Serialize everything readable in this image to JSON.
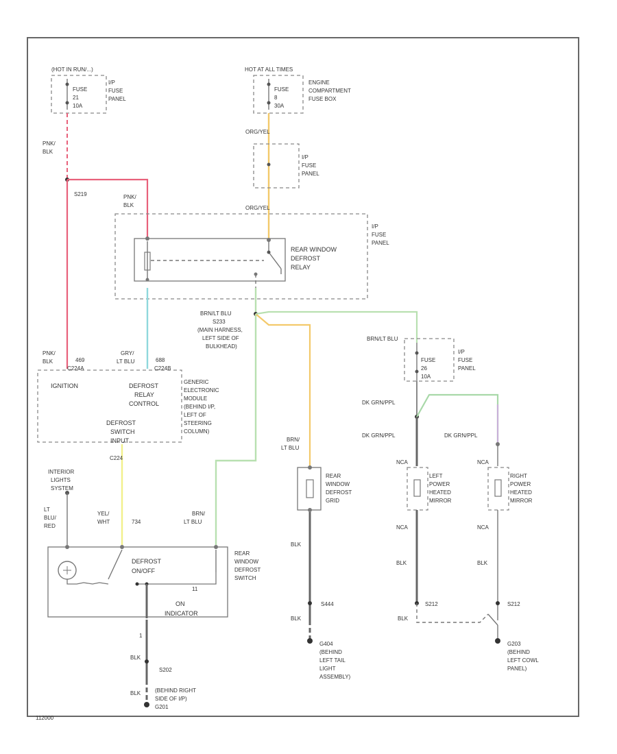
{
  "diagram": {
    "fuse_top_left": {
      "header": "(HOT IN RUN/...)",
      "fuse": "FUSE",
      "num": "21",
      "amp": "10A",
      "panel": [
        "I/P",
        "FUSE",
        "PANEL"
      ]
    },
    "fuse_top_right": {
      "header": "HOT AT ALL TIMES",
      "fuse": "FUSE",
      "num": "8",
      "amp": "30A",
      "panel": [
        "ENGINE",
        "COMPARTMENT",
        "FUSE BOX"
      ]
    },
    "fuse_mid_right": {
      "panel": [
        "I/P",
        "FUSE",
        "PANEL"
      ]
    },
    "wire_orgyel_1": "ORG/YEL",
    "wire_orgyel_2": "ORG/YEL",
    "wire_pnkblk_1": [
      "PNK/",
      "BLK"
    ],
    "wire_pnkblk_2": [
      "PNK/",
      "BLK"
    ],
    "wire_pnkblk_3": [
      "PNK/",
      "BLK"
    ],
    "splice_s219": "S219",
    "relay_panel": [
      "I/P",
      "FUSE",
      "PANEL"
    ],
    "relay_label": [
      "REAR WINDOW",
      "DEFROST",
      "RELAY"
    ],
    "splice_brnltblu": [
      "BRN/LT BLU",
      "S233",
      "(MAIN HARNESS,",
      "LEFT SIDE OF",
      "BULKHEAD)"
    ],
    "circuit_469": "469",
    "circuit_688": "688",
    "wire_gryltblu": [
      "GRY/",
      "LT BLU"
    ],
    "gem_connectors": [
      "C224A",
      "C224B"
    ],
    "gem_ignition": "IGNITION",
    "gem_defrost_relay": [
      "DEFROST",
      "RELAY",
      "CONTROL"
    ],
    "gem_label": [
      "GENERIC",
      "ELECTRONIC",
      "MODULE",
      "(BEHIND I/P,",
      "LEFT OF",
      "STEERING",
      "COLUMN)"
    ],
    "gem_switch_input": [
      "DEFROST",
      "SWITCH",
      "INPUT"
    ],
    "conn_c224": "C224",
    "interior_lights": [
      "INTERIOR",
      "LIGHTS",
      "SYSTEM"
    ],
    "wire_ltblured": [
      "LT",
      "BLU/",
      "RED"
    ],
    "wire_yelwht": [
      "YEL/",
      "WHT"
    ],
    "circuit_734": "734",
    "wire_brnltblu_sw": [
      "BRN/",
      "LT BLU"
    ],
    "switch_on_off": [
      "DEFROST",
      "ON/OFF"
    ],
    "switch_indicator": [
      "ON",
      "INDICATOR"
    ],
    "switch_label": [
      "REAR",
      "WINDOW",
      "DEFROST",
      "SWITCH"
    ],
    "wire_brnltblu_grid": [
      "BRN/",
      "LT BLU"
    ],
    "grid_label": [
      "REAR",
      "WINDOW",
      "DEFROST",
      "GRID"
    ],
    "wire_blk_grid": "BLK",
    "splice_s444": "S444",
    "wire_blk_grid2": "BLK",
    "ground_g404": [
      "G404",
      "(BEHIND",
      "LEFT TAIL",
      "LIGHT",
      "ASSEMBLY)"
    ],
    "fuse_mirror": {
      "header": "BRN/LT BLU",
      "fuse": "FUSE",
      "num": "26",
      "amp": "10A",
      "panel": [
        "I/P",
        "FUSE",
        "PANEL"
      ]
    },
    "wire_dkgrnppl_1": "DK GRN/PPL",
    "wire_dkgrnppl_2": "DK GRN/PPL",
    "wire_dkgrnppl_3": "DK GRN/PPL",
    "mirror_left": [
      "LEFT",
      "POWER",
      "HEATED",
      "MIRROR"
    ],
    "mirror_right": [
      "RIGHT",
      "POWER",
      "HEATED",
      "MIRROR"
    ],
    "nca": [
      "NCA",
      "NCA",
      "NCA",
      "NCA"
    ],
    "wire_blk_m1": "BLK",
    "wire_blk_m2": "BLK",
    "wire_blk_m3": "BLK",
    "splice_s212_1": "S212",
    "splice_s212_2": "S212",
    "ground_g203": [
      "G203",
      "(BEHIND",
      "LEFT COWL",
      "PANEL)"
    ],
    "wire_blk_ground1": "BLK",
    "splice_s202": "S202",
    "wire_blk_ground2": "BLK",
    "ground_g201": [
      "(BEHIND RIGHT",
      "SIDE OF I/P)",
      "G201"
    ],
    "pin_1": "1",
    "pin_11": "11",
    "figure_id": "112000"
  }
}
